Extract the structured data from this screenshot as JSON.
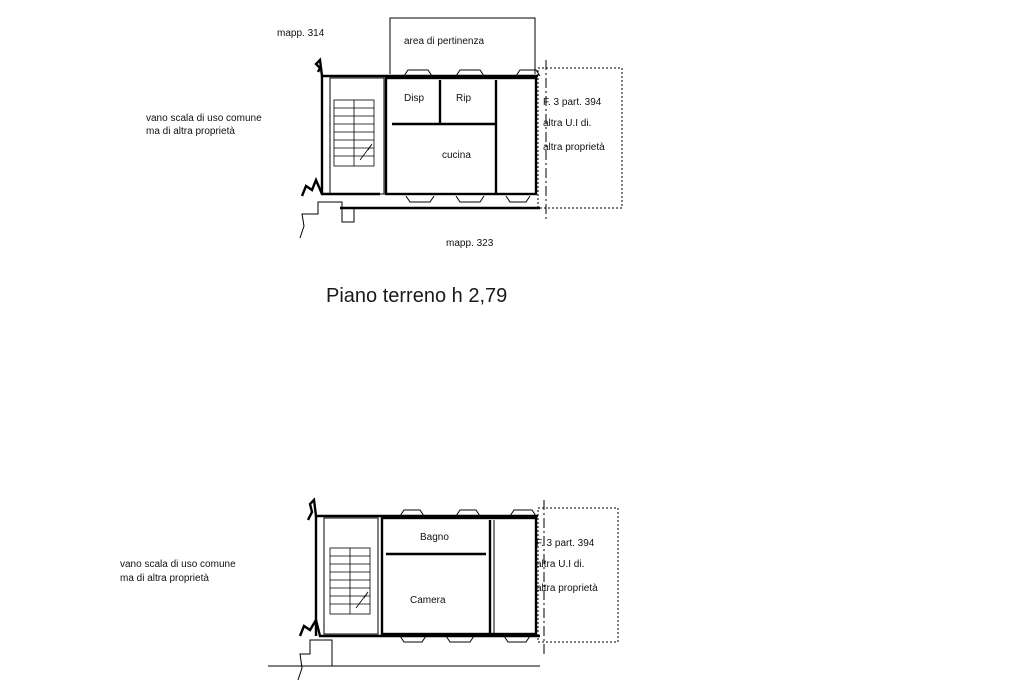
{
  "ground_floor": {
    "title": "Piano terreno h 2,79",
    "label_mapp_314": "mapp. 314",
    "label_mapp_323": "mapp. 323",
    "label_area": "area di pertinenza",
    "label_stair_line1": "vano scala di uso comune",
    "label_stair_line2": "ma di altra proprietà",
    "room_disp": "Disp",
    "room_rip": "Rip",
    "room_cucina": "cucina",
    "other_unit_line1": "F. 3 part. 394",
    "other_unit_line2": "altra U.I di.",
    "other_unit_line3": "altra proprietà"
  },
  "first_floor": {
    "label_stair_line1": "vano scala di uso comune",
    "label_stair_line2": "ma di altra proprietà",
    "room_bagno": "Bagno",
    "room_camera": "Camera",
    "other_unit_line1": "F. 3 part. 394",
    "other_unit_line2": "altra U.I di.",
    "other_unit_line3": "altra proprietà"
  }
}
